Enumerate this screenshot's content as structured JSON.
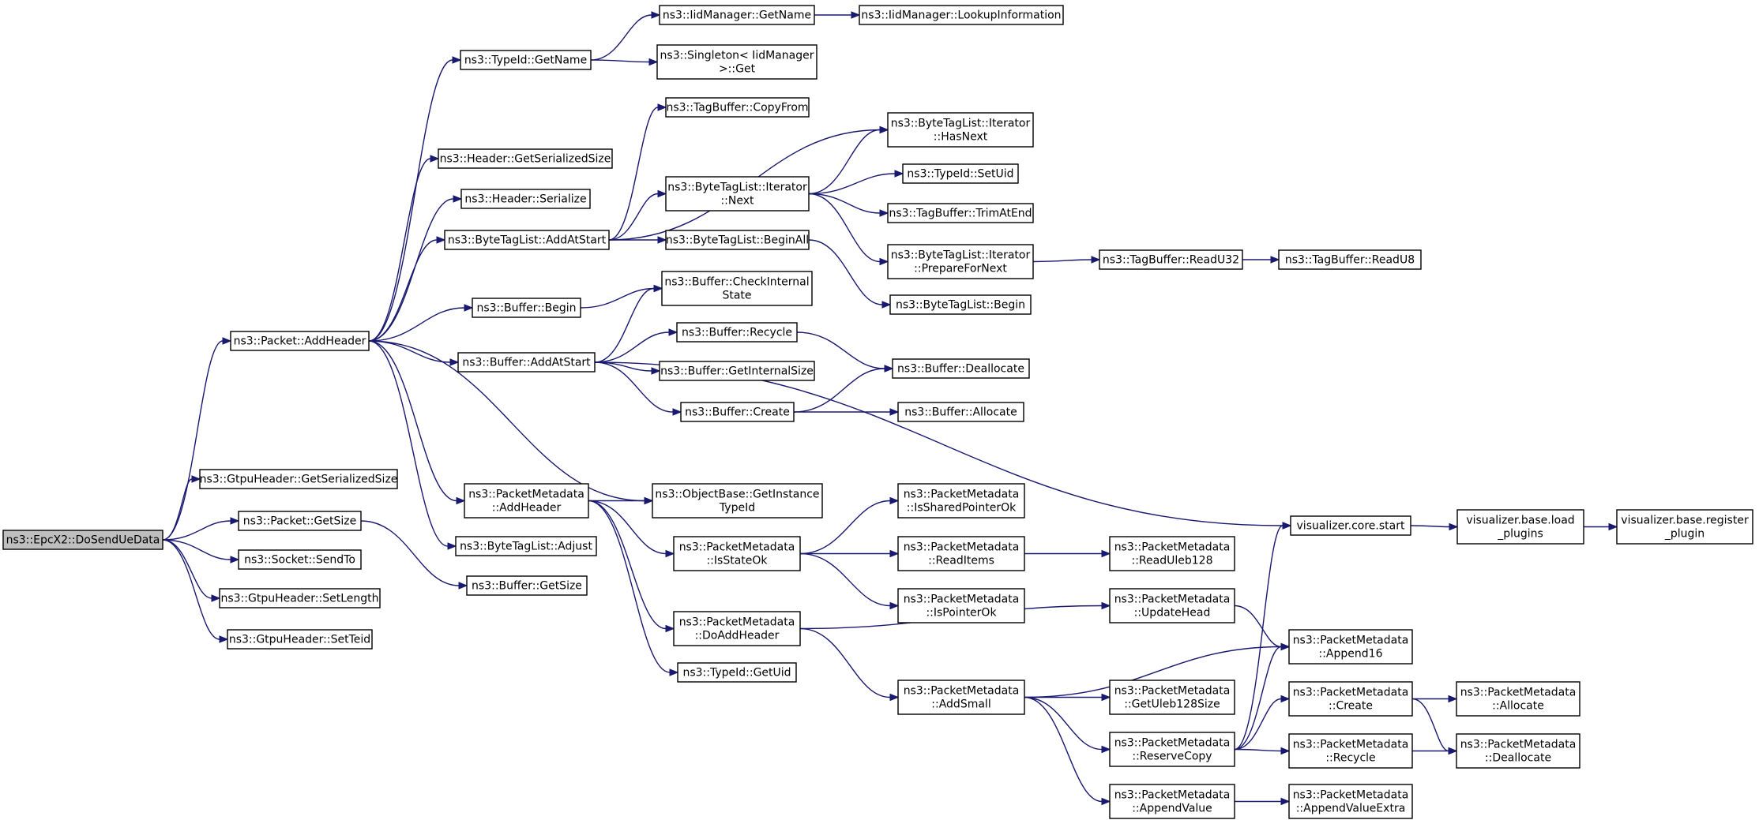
{
  "graph": {
    "nodes": [
      {
        "id": "epc",
        "lines": [
          "ns3::EpcX2::DoSendUeData"
        ],
        "root": true
      },
      {
        "id": "addheader",
        "lines": [
          "ns3::Packet::AddHeader"
        ]
      },
      {
        "id": "gtpu_getser",
        "lines": [
          "ns3::GtpuHeader::GetSerializedSize"
        ]
      },
      {
        "id": "packet_getsize",
        "lines": [
          "ns3::Packet::GetSize"
        ]
      },
      {
        "id": "socket_sendto",
        "lines": [
          "ns3::Socket::SendTo"
        ]
      },
      {
        "id": "gtpu_setlength",
        "lines": [
          "ns3::GtpuHeader::SetLength"
        ]
      },
      {
        "id": "gtpu_setteid",
        "lines": [
          "ns3::GtpuHeader::SetTeid"
        ]
      },
      {
        "id": "typeid_getname",
        "lines": [
          "ns3::TypeId::GetName"
        ]
      },
      {
        "id": "header_getser",
        "lines": [
          "ns3::Header::GetSerializedSize"
        ]
      },
      {
        "id": "header_serialize",
        "lines": [
          "ns3::Header::Serialize"
        ]
      },
      {
        "id": "btl_addatstart",
        "lines": [
          "ns3::ByteTagList::AddAtStart"
        ]
      },
      {
        "id": "buffer_begin",
        "lines": [
          "ns3::Buffer::Begin"
        ]
      },
      {
        "id": "buffer_addatstart",
        "lines": [
          "ns3::Buffer::AddAtStart"
        ]
      },
      {
        "id": "pm_addheader",
        "lines": [
          "ns3::PacketMetadata",
          "::AddHeader"
        ]
      },
      {
        "id": "btl_adjust",
        "lines": [
          "ns3::ByteTagList::Adjust"
        ]
      },
      {
        "id": "buffer_getsize",
        "lines": [
          "ns3::Buffer::GetSize"
        ]
      },
      {
        "id": "iid_getname",
        "lines": [
          "ns3::IidManager::GetName"
        ]
      },
      {
        "id": "singleton_get",
        "lines": [
          "ns3::Singleton< IidManager",
          ">::Get"
        ]
      },
      {
        "id": "iid_lookup",
        "lines": [
          "ns3::IidManager::LookupInformation"
        ]
      },
      {
        "id": "tagbuffer_copyfrom",
        "lines": [
          "ns3::TagBuffer::CopyFrom"
        ]
      },
      {
        "id": "btl_iter_next",
        "lines": [
          "ns3::ByteTagList::Iterator",
          "::Next"
        ]
      },
      {
        "id": "btl_beginall",
        "lines": [
          "ns3::ByteTagList::BeginAll"
        ]
      },
      {
        "id": "btl_iter_hasnext",
        "lines": [
          "ns3::ByteTagList::Iterator",
          "::HasNext"
        ]
      },
      {
        "id": "typeid_setuid",
        "lines": [
          "ns3::TypeId::SetUid"
        ]
      },
      {
        "id": "tagbuffer_trimatend",
        "lines": [
          "ns3::TagBuffer::TrimAtEnd"
        ]
      },
      {
        "id": "btl_iter_prepare",
        "lines": [
          "ns3::ByteTagList::Iterator",
          "::PrepareForNext"
        ]
      },
      {
        "id": "btl_begin",
        "lines": [
          "ns3::ByteTagList::Begin"
        ]
      },
      {
        "id": "tagbuffer_readu32",
        "lines": [
          "ns3::TagBuffer::ReadU32"
        ]
      },
      {
        "id": "tagbuffer_readu8",
        "lines": [
          "ns3::TagBuffer::ReadU8"
        ]
      },
      {
        "id": "buffer_checkinternal",
        "lines": [
          "ns3::Buffer::CheckInternal",
          "State"
        ]
      },
      {
        "id": "buffer_recycle",
        "lines": [
          "ns3::Buffer::Recycle"
        ]
      },
      {
        "id": "buffer_getinternalsize",
        "lines": [
          "ns3::Buffer::GetInternalSize"
        ]
      },
      {
        "id": "buffer_create",
        "lines": [
          "ns3::Buffer::Create"
        ]
      },
      {
        "id": "buffer_deallocate",
        "lines": [
          "ns3::Buffer::Deallocate"
        ]
      },
      {
        "id": "buffer_allocate",
        "lines": [
          "ns3::Buffer::Allocate"
        ]
      },
      {
        "id": "objectbase_getinstance",
        "lines": [
          "ns3::ObjectBase::GetInstance",
          "TypeId"
        ]
      },
      {
        "id": "pm_isstateok",
        "lines": [
          "ns3::PacketMetadata",
          "::IsStateOk"
        ]
      },
      {
        "id": "pm_doaddheader",
        "lines": [
          "ns3::PacketMetadata",
          "::DoAddHeader"
        ]
      },
      {
        "id": "typeid_getuid",
        "lines": [
          "ns3::TypeId::GetUid"
        ]
      },
      {
        "id": "pm_issharedpointerok",
        "lines": [
          "ns3::PacketMetadata",
          "::IsSharedPointerOk"
        ]
      },
      {
        "id": "pm_readitems",
        "lines": [
          "ns3::PacketMetadata",
          "::ReadItems"
        ]
      },
      {
        "id": "pm_ispointerok",
        "lines": [
          "ns3::PacketMetadata",
          "::IsPointerOk"
        ]
      },
      {
        "id": "pm_readuleb128",
        "lines": [
          "ns3::PacketMetadata",
          "::ReadUleb128"
        ]
      },
      {
        "id": "pm_updatehead",
        "lines": [
          "ns3::PacketMetadata",
          "::UpdateHead"
        ]
      },
      {
        "id": "pm_addsmall",
        "lines": [
          "ns3::PacketMetadata",
          "::AddSmall"
        ]
      },
      {
        "id": "pm_getuleb128size",
        "lines": [
          "ns3::PacketMetadata",
          "::GetUleb128Size"
        ]
      },
      {
        "id": "pm_reservecopy",
        "lines": [
          "ns3::PacketMetadata",
          "::ReserveCopy"
        ]
      },
      {
        "id": "pm_appendvalue",
        "lines": [
          "ns3::PacketMetadata",
          "::AppendValue"
        ]
      },
      {
        "id": "pm_append16",
        "lines": [
          "ns3::PacketMetadata",
          "::Append16"
        ]
      },
      {
        "id": "pm_create",
        "lines": [
          "ns3::PacketMetadata",
          "::Create"
        ]
      },
      {
        "id": "pm_recycle",
        "lines": [
          "ns3::PacketMetadata",
          "::Recycle"
        ]
      },
      {
        "id": "pm_appendvalueextra",
        "lines": [
          "ns3::PacketMetadata",
          "::AppendValueExtra"
        ]
      },
      {
        "id": "pm_allocate",
        "lines": [
          "ns3::PacketMetadata",
          "::Allocate"
        ]
      },
      {
        "id": "pm_deallocate",
        "lines": [
          "ns3::PacketMetadata",
          "::Deallocate"
        ]
      },
      {
        "id": "vis_core_start",
        "lines": [
          "visualizer.core.start"
        ]
      },
      {
        "id": "vis_load_plugins",
        "lines": [
          "visualizer.base.load",
          "_plugins"
        ]
      },
      {
        "id": "vis_register_plugin",
        "lines": [
          "visualizer.base.register",
          "_plugin"
        ]
      }
    ],
    "edges": [
      [
        "epc",
        "addheader"
      ],
      [
        "epc",
        "gtpu_getser"
      ],
      [
        "epc",
        "packet_getsize"
      ],
      [
        "epc",
        "socket_sendto"
      ],
      [
        "epc",
        "gtpu_setlength"
      ],
      [
        "epc",
        "gtpu_setteid"
      ],
      [
        "addheader",
        "typeid_getname"
      ],
      [
        "addheader",
        "header_getser"
      ],
      [
        "addheader",
        "header_serialize"
      ],
      [
        "addheader",
        "btl_addatstart"
      ],
      [
        "addheader",
        "buffer_begin"
      ],
      [
        "addheader",
        "buffer_addatstart"
      ],
      [
        "addheader",
        "pm_addheader"
      ],
      [
        "addheader",
        "btl_adjust"
      ],
      [
        "addheader",
        "objectbase_getinstance"
      ],
      [
        "packet_getsize",
        "buffer_getsize"
      ],
      [
        "typeid_getname",
        "iid_getname"
      ],
      [
        "typeid_getname",
        "singleton_get"
      ],
      [
        "iid_getname",
        "iid_lookup"
      ],
      [
        "btl_addatstart",
        "tagbuffer_copyfrom"
      ],
      [
        "btl_addatstart",
        "btl_iter_hasnext"
      ],
      [
        "btl_addatstart",
        "btl_iter_next"
      ],
      [
        "btl_addatstart",
        "btl_beginall"
      ],
      [
        "btl_iter_next",
        "btl_iter_hasnext"
      ],
      [
        "btl_iter_next",
        "typeid_setuid"
      ],
      [
        "btl_iter_next",
        "tagbuffer_trimatend"
      ],
      [
        "btl_iter_next",
        "btl_iter_prepare"
      ],
      [
        "btl_beginall",
        "btl_begin"
      ],
      [
        "btl_iter_prepare",
        "tagbuffer_readu32"
      ],
      [
        "tagbuffer_readu32",
        "tagbuffer_readu8"
      ],
      [
        "buffer_begin",
        "buffer_checkinternal"
      ],
      [
        "buffer_addatstart",
        "buffer_checkinternal"
      ],
      [
        "buffer_addatstart",
        "buffer_recycle"
      ],
      [
        "buffer_addatstart",
        "buffer_getinternalsize"
      ],
      [
        "buffer_addatstart",
        "buffer_create"
      ],
      [
        "buffer_addatstart",
        "vis_core_start"
      ],
      [
        "buffer_recycle",
        "buffer_deallocate"
      ],
      [
        "buffer_create",
        "buffer_deallocate"
      ],
      [
        "buffer_create",
        "buffer_allocate"
      ],
      [
        "pm_addheader",
        "objectbase_getinstance"
      ],
      [
        "pm_addheader",
        "pm_isstateok"
      ],
      [
        "pm_addheader",
        "pm_doaddheader"
      ],
      [
        "pm_addheader",
        "typeid_getuid"
      ],
      [
        "pm_isstateok",
        "pm_issharedpointerok"
      ],
      [
        "pm_isstateok",
        "pm_readitems"
      ],
      [
        "pm_isstateok",
        "pm_ispointerok"
      ],
      [
        "pm_readitems",
        "pm_readuleb128"
      ],
      [
        "pm_doaddheader",
        "pm_updatehead"
      ],
      [
        "pm_doaddheader",
        "pm_addsmall"
      ],
      [
        "pm_updatehead",
        "pm_append16"
      ],
      [
        "pm_addsmall",
        "pm_append16"
      ],
      [
        "pm_addsmall",
        "pm_getuleb128size"
      ],
      [
        "pm_addsmall",
        "pm_reservecopy"
      ],
      [
        "pm_addsmall",
        "pm_appendvalue"
      ],
      [
        "pm_reservecopy",
        "vis_core_start"
      ],
      [
        "pm_reservecopy",
        "pm_append16"
      ],
      [
        "pm_reservecopy",
        "pm_create"
      ],
      [
        "pm_reservecopy",
        "pm_recycle"
      ],
      [
        "pm_appendvalue",
        "pm_appendvalueextra"
      ],
      [
        "pm_create",
        "pm_allocate"
      ],
      [
        "pm_create",
        "pm_deallocate"
      ],
      [
        "pm_recycle",
        "pm_deallocate"
      ],
      [
        "vis_core_start",
        "vis_load_plugins"
      ],
      [
        "vis_load_plugins",
        "vis_register_plugin"
      ]
    ]
  }
}
